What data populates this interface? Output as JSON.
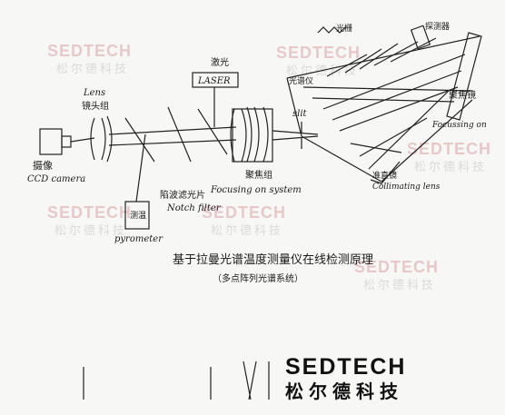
{
  "diagram": {
    "labels": {
      "ccd_cn": "摄像",
      "ccd_en": "CCD camera",
      "lens_en": "Lens",
      "lens_cn": "镜头组",
      "laser_en": "LASER",
      "laser_cn": "激光",
      "pyrometer_cn": "测温",
      "pyrometer_en": "pyrometer",
      "notch_cn": "陷波滤光片",
      "notch_en": "Notch filter",
      "focus_lens_cn": "聚焦组",
      "focusing_system": "Focusing on system",
      "slit_en": "slit",
      "collimating_cn": "准直镜",
      "collimating_en": "Collimating lens",
      "grating_cn": "光栅",
      "spectrometer_cn": "光谱仪",
      "focusing_mirror_cn": "聚焦镜",
      "focusing_mirror_en": "Focussing on",
      "detector_cn": "探测器",
      "title_cn": "基于拉曼光谱温度测量仪在线检测原理",
      "subtitle_cn": "（多点阵列光谱系统）"
    },
    "watermarks": {
      "brand_en": "SEDTECH",
      "brand_cn": "松尔德科技"
    },
    "logo": {
      "en": "SEDTECH",
      "cn": "松尔德科技"
    }
  }
}
